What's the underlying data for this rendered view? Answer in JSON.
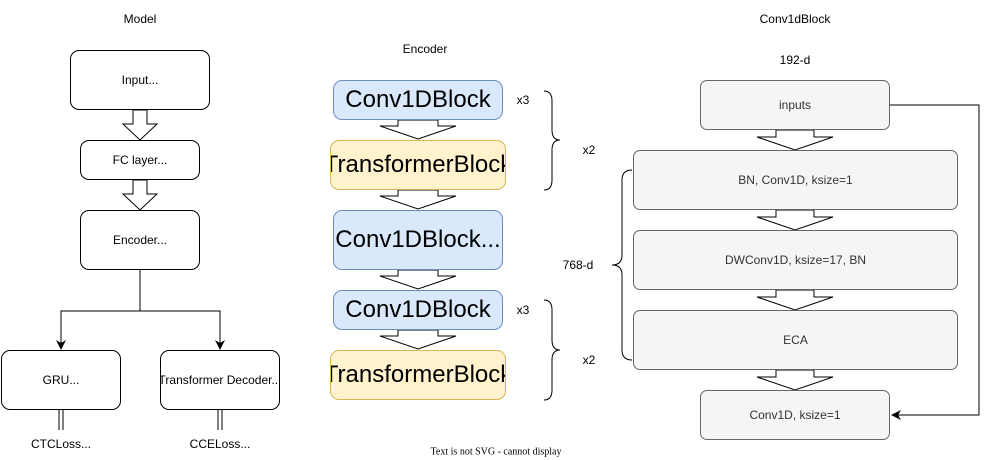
{
  "model": {
    "title": "Model",
    "input": "Input...",
    "fc": "FC layer...",
    "encoder": "Encoder...",
    "gru": "GRU...",
    "transformer_decoder": "Transformer Decoder...",
    "ctc_loss": "CTCLoss...",
    "cce_loss": "CCELoss..."
  },
  "encoder": {
    "title": "Encoder",
    "conv_block_1": "Conv1DBlock",
    "transformer_block_1": "TransformerBlock",
    "conv_block_mid": "Conv1DBlock...",
    "conv_block_2": "Conv1DBlock",
    "transformer_block_2": "TransformerBlock",
    "repeat_x3_top": "x3",
    "repeat_x2_top": "x2",
    "repeat_x3_bottom": "x3",
    "repeat_x2_bottom": "x2"
  },
  "conv1d_block": {
    "title": "Conv1dBlock",
    "input_dim": "192-d",
    "hidden_dim": "768-d",
    "inputs": "inputs",
    "bn_conv": "BN, Conv1D,  ksize=1",
    "dwconv": "DWConv1D,  ksize=17, BN",
    "eca": "ECA",
    "conv_out": "Conv1D,  ksize=1"
  },
  "notice": "Text is not SVG - cannot display"
}
